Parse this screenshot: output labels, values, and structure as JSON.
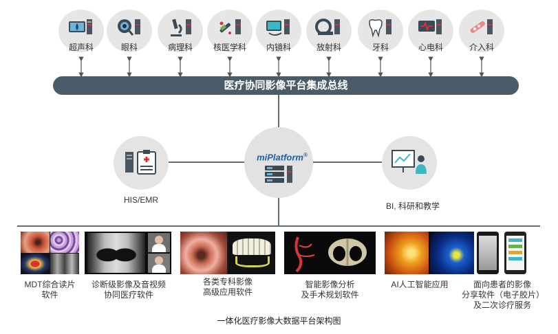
{
  "departments": [
    {
      "label": "超声科",
      "icon": "ultrasound-icon"
    },
    {
      "label": "眼科",
      "icon": "eye-icon"
    },
    {
      "label": "病理科",
      "icon": "microscope-icon"
    },
    {
      "label": "核医学科",
      "icon": "nuclear-medicine-icon"
    },
    {
      "label": "内镜科",
      "icon": "endoscope-icon"
    },
    {
      "label": "放射科",
      "icon": "radiology-icon"
    },
    {
      "label": "牙科",
      "icon": "tooth-icon"
    },
    {
      "label": "心电科",
      "icon": "ecg-icon"
    },
    {
      "label": "介入科",
      "icon": "interventional-icon"
    }
  ],
  "bus_title": "医疗协同影像平台集成总线",
  "platform_name": "miPlatform",
  "platform_mark": "®",
  "his_label": "HIS/EMR",
  "bi_label": "BI, 科研和教学",
  "applications": [
    {
      "line1": "MDT综合读片",
      "line2": "软件"
    },
    {
      "line1": "诊断级影像及音视频",
      "line2": "协同医疗软件"
    },
    {
      "line1": "各类专科影像",
      "line2": "高级应用软件"
    },
    {
      "line1": "智能影像分析",
      "line2": "及手术规划软件"
    },
    {
      "line1": "AI人工智能应用",
      "line2": ""
    },
    {
      "line1": "面向患者的影像",
      "line2": "分享软件（电子胶片）",
      "line3": "及二次诊疗服务"
    }
  ],
  "caption": "一体化医疗影像大数据平台架构图",
  "colors": {
    "bus": "#4b5c68",
    "node": "#e4e4e4",
    "brand": "#1d5fa8",
    "accent_red": "#d6333a"
  }
}
